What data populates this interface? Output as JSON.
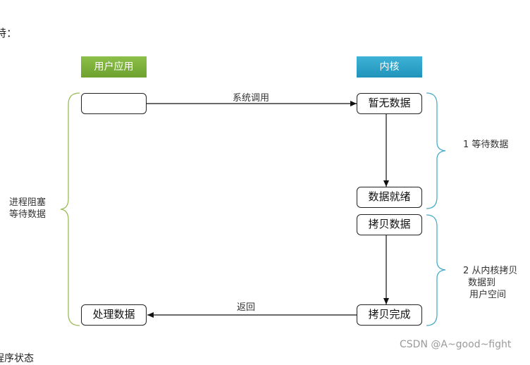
{
  "top_fragment": "特：",
  "bottom_fragment": "程序状态",
  "headers": {
    "user": "用户应用",
    "kernel": "内核"
  },
  "nodes": {
    "user_start": "",
    "no_data": "暂无数据",
    "data_ready": "数据就绪",
    "copy_data": "拷贝数据",
    "copy_done": "拷贝完成",
    "process_data": "处理数据"
  },
  "edges": {
    "syscall": "系统调用",
    "return": "返回"
  },
  "notes": {
    "left": [
      "进程阻塞",
      "等待数据"
    ],
    "stage1": "1 等待数据",
    "stage2": [
      "2 从内核拷贝",
      "数据到",
      "用户空间"
    ]
  },
  "watermark": "CSDN @A~good~fight",
  "colors": {
    "user_green": "#7cb342",
    "kernel_blue": "#2aa3c9",
    "brace_green": "#9bbb59",
    "brace_blue": "#4bacc6"
  }
}
